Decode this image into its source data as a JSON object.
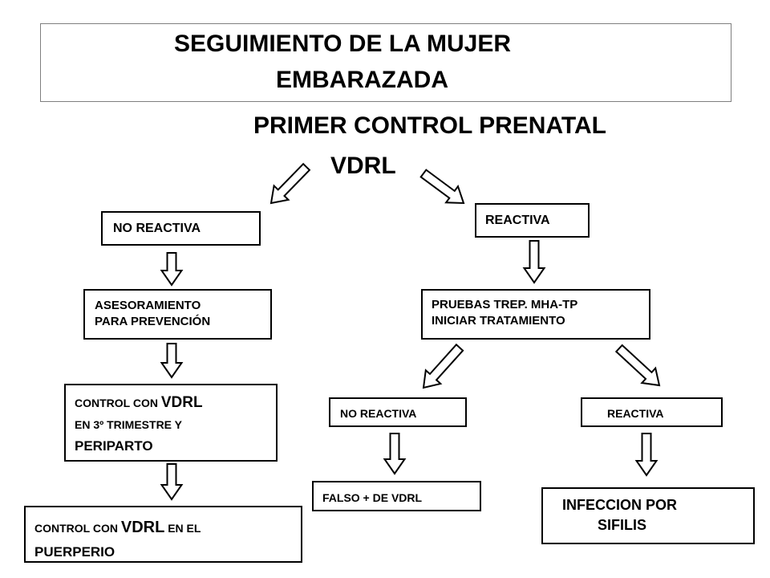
{
  "title": {
    "line1": "SEGUIMIENTO DE LA MUJER",
    "line2": "EMBARAZADA"
  },
  "subtitle": "PRIMER CONTROL PRENATAL",
  "test": "VDRL",
  "left_branch": {
    "result": "NO REACTIVA",
    "step1": {
      "line1": "ASESORAMIENTO",
      "line2": "PARA  PREVENCIÓN"
    },
    "step2": {
      "line1a": "CONTROL  CON  ",
      "line1b": "VDRL",
      "line2": "EN  3º  TRIMESTRE  Y",
      "line3": "PERIPARTO"
    },
    "step3": {
      "line1a": "CONTROL CON ",
      "line1b": "VDRL",
      "line1c": " EN  EL",
      "line2": "PUERPERIO"
    }
  },
  "right_branch": {
    "result": "REACTIVA",
    "step1": {
      "line1": "PRUEBAS TREP. MHA-TP",
      "line2": "INICIAR TRATAMIENTO"
    },
    "sub_left": {
      "result": "NO REACTIVA",
      "outcome": "FALSO + DE VDRL"
    },
    "sub_right": {
      "result": "REACTIVA",
      "outcome": {
        "line1": "INFECCION  POR",
        "line2": "SIFILIS"
      }
    }
  },
  "colors": {
    "stroke": "#000000",
    "title_border": "#7f7f7f",
    "background": "#ffffff"
  }
}
